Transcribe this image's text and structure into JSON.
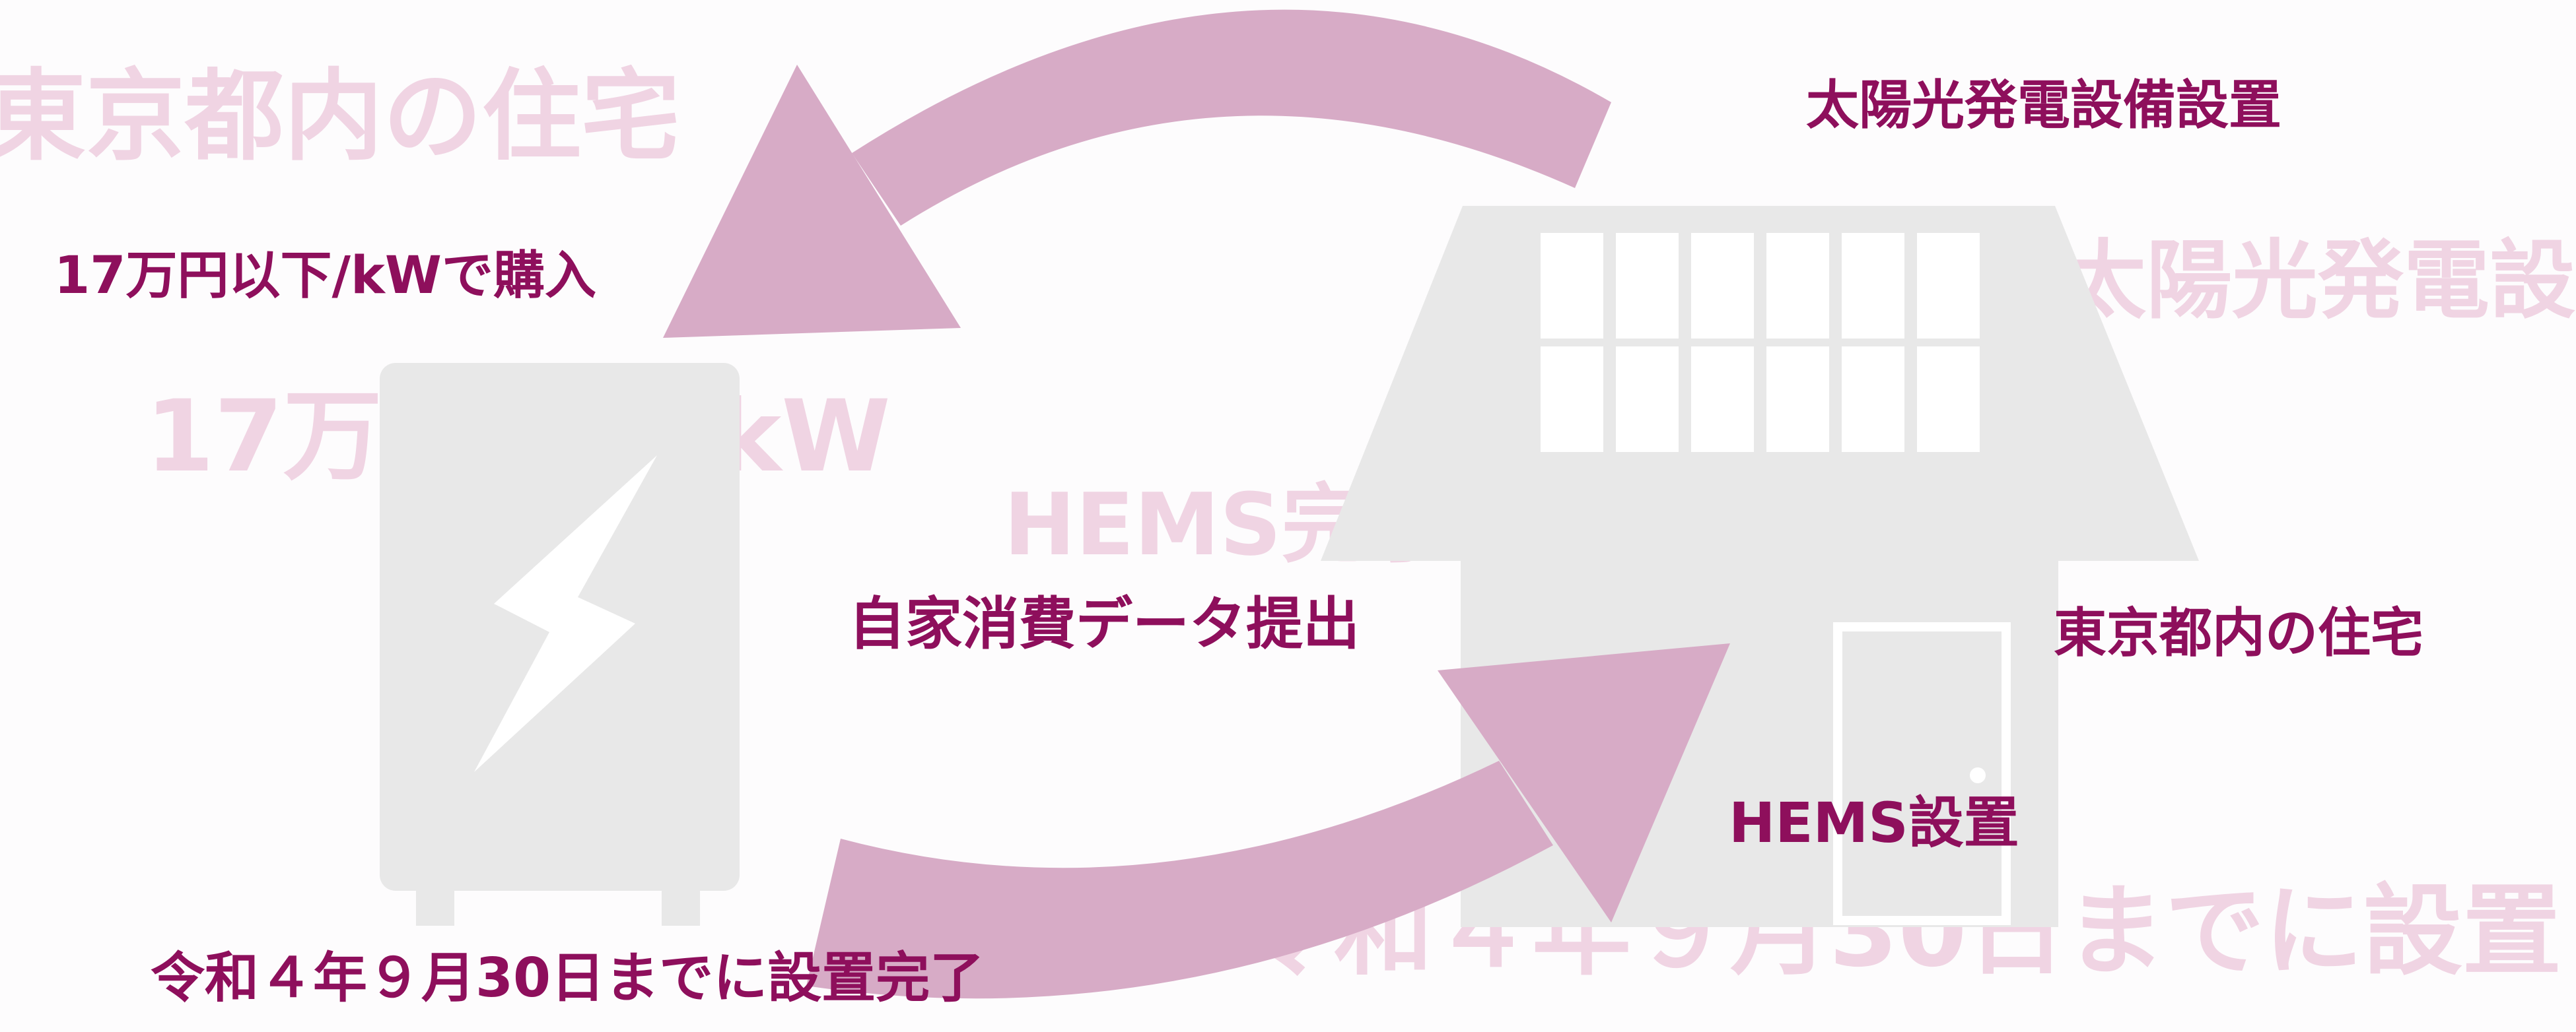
{
  "background_text": {
    "top_left": "東京都内の住宅",
    "mid_left": "17万円以下/kW",
    "center": "HEMS完了",
    "right_top": "太陽光発電設備",
    "bottom_right": "令和４年９月30日までに設置"
  },
  "labels": {
    "solar": "太陽光発電設備設置",
    "purchase": "17万円以下/kWで購入",
    "self_consumption": "自家消費データ提出",
    "tokyo_home": "東京都内の住宅",
    "hems": "HEMS設置",
    "deadline": "令和４年９月30日までに設置完了"
  },
  "colors": {
    "label": "#8e0f5c",
    "arrow": "#d7abc6",
    "ghost_text": "#f0d4e3",
    "illustration": "#e8e8e8"
  },
  "icons": [
    "battery-icon",
    "lightning-bolt-icon",
    "house-icon",
    "solar-panel-icon",
    "door-icon",
    "cycle-arrow-icon"
  ]
}
